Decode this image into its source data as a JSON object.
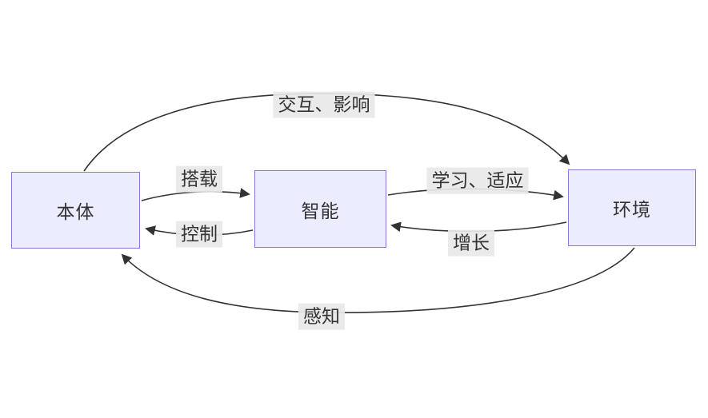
{
  "diagram": {
    "title": "agent-body-environment-relationship-diagram",
    "nodes": {
      "body": {
        "label": "本体"
      },
      "intelligence": {
        "label": "智能"
      },
      "environment": {
        "label": "环境"
      }
    },
    "edges": {
      "interact": {
        "label": "交互、影响",
        "from": "本体",
        "to": "环境"
      },
      "mount": {
        "label": "搭载",
        "from": "本体",
        "to": "智能"
      },
      "control": {
        "label": "控制",
        "from": "智能",
        "to": "本体"
      },
      "learn": {
        "label": "学习、适应",
        "from": "智能",
        "to": "环境"
      },
      "grow": {
        "label": "增长",
        "from": "环境",
        "to": "智能"
      },
      "perceive": {
        "label": "感知",
        "from": "环境",
        "to": "本体"
      }
    },
    "colors": {
      "node_fill": "#ECECFF",
      "node_border": "#9370DB",
      "edge_stroke": "#333333",
      "label_background": "#E8E8E8",
      "text": "#333333",
      "background": "#FFFFFF"
    }
  }
}
